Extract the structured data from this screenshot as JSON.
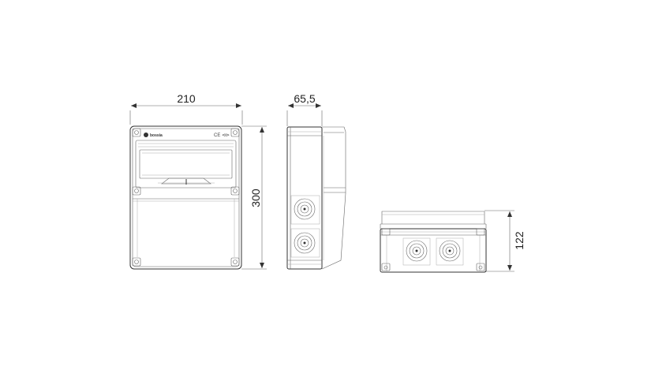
{
  "dimensions": {
    "width": "210",
    "depth": "65,5",
    "height": "300",
    "side_height": "122"
  },
  "front": {
    "brand": "bossia",
    "marks": "CE ⊲⊳"
  },
  "colors": {
    "line": "#333333",
    "light": "#9a9a9a",
    "bg": "#ffffff"
  }
}
